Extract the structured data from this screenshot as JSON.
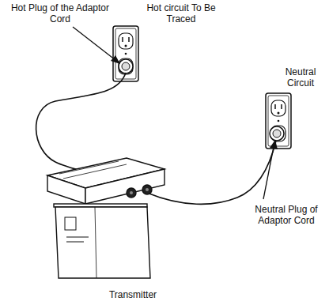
{
  "diagram": {
    "labels": [
      "Hot Plug of the Adaptor Cord",
      "Hot circuit To Be Traced",
      "Neutral Circuit",
      "Neutral Plug of Adaptor Cord",
      "Transmitter"
    ]
  }
}
